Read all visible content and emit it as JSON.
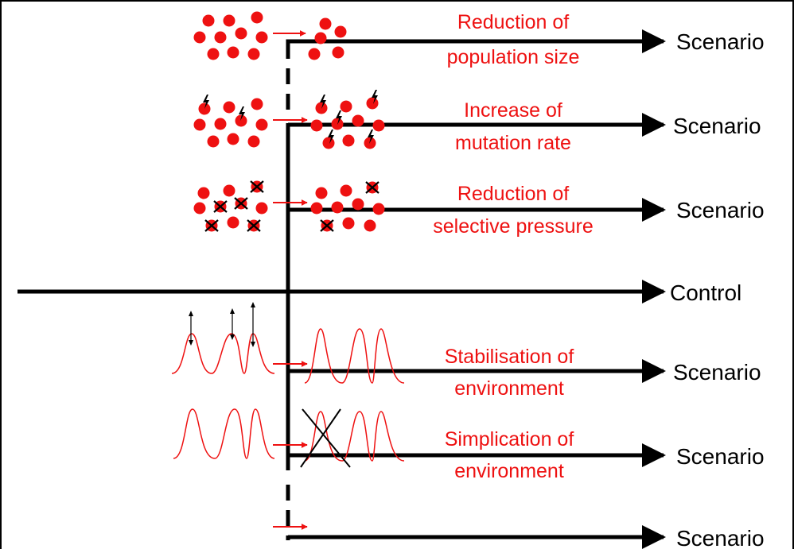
{
  "colors": {
    "accent": "#ee1111",
    "line": "#000000",
    "background": "#ffffff"
  },
  "control": {
    "label": "Control"
  },
  "scenarios": [
    {
      "label": "Scenario",
      "desc1": "Reduction of",
      "desc2": "population size",
      "icon": "population-dots-icon"
    },
    {
      "label": "Scenario",
      "desc1": "Increase of",
      "desc2": "mutation rate",
      "icon": "mutation-bolt-icon"
    },
    {
      "label": "Scenario",
      "desc1": "Reduction of",
      "desc2": "selective pressure",
      "icon": "crossed-dots-icon"
    },
    {
      "label": "Scenario",
      "desc1": "Stabilisation of",
      "desc2": "environment",
      "icon": "peaks-curve-icon"
    },
    {
      "label": "Scenario",
      "desc1": "Simplication of",
      "desc2": "environment",
      "icon": "crossed-peak-icon"
    },
    {
      "label": "Scenario",
      "desc1": "",
      "desc2": "",
      "icon": "arrow-icon"
    }
  ]
}
